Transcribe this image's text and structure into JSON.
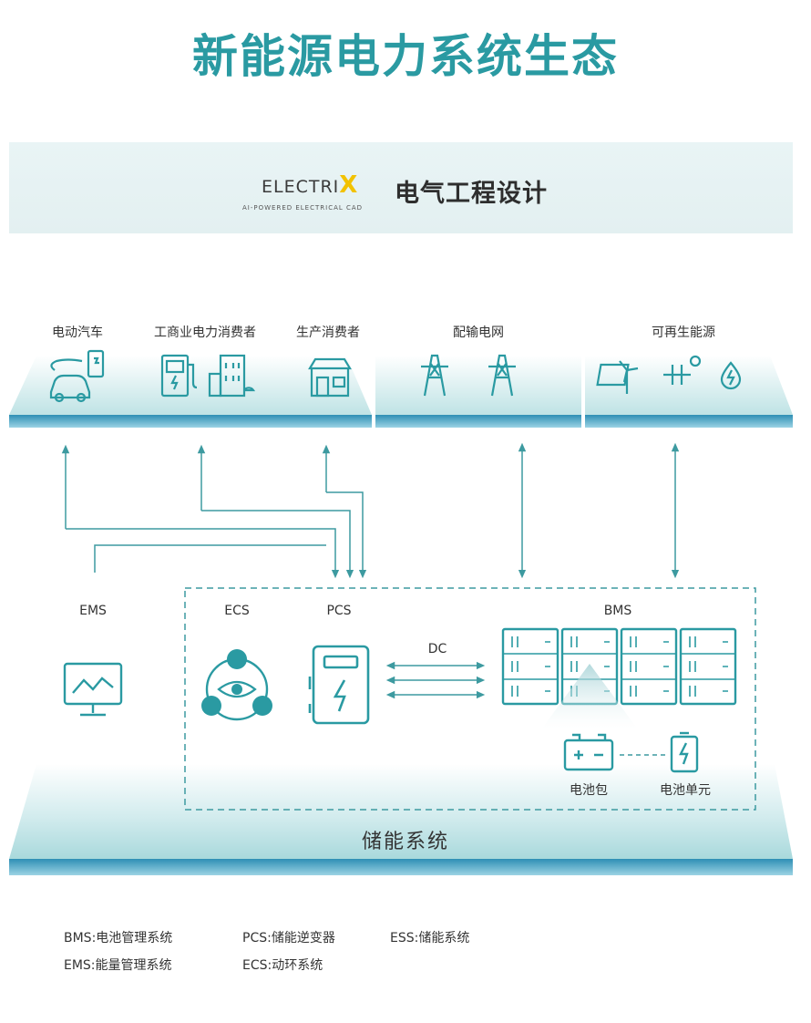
{
  "title": "新能源电力系统生态",
  "banner": {
    "logo_main": "ELECTRI",
    "logo_x": "X",
    "logo_sub": "AI-POWERED ELECTRICAL CAD",
    "text": "电气工程设计"
  },
  "categories": [
    {
      "label": "电动汽车",
      "icon": "ev-charging-icon"
    },
    {
      "label": "工商业电力消费者",
      "icon": "gas-station-building-icon"
    },
    {
      "label": "生产消费者",
      "icon": "store-icon"
    },
    {
      "label": "配输电网",
      "icon": "power-tower-icon"
    },
    {
      "label": "可再生能源",
      "icon": "renewable-icon"
    }
  ],
  "components": {
    "ems": "EMS",
    "ecs": "ECS",
    "pcs": "PCS",
    "bms": "BMS",
    "dc": "DC",
    "battery_pack": "电池包",
    "battery_cell": "电池单元"
  },
  "storage_title": "储能系统",
  "legend": [
    {
      "text": "BMS:电池管理系统"
    },
    {
      "text": "PCS:储能逆变器"
    },
    {
      "text": "ESS:储能系统"
    },
    {
      "text": "EMS:能量管理系统"
    },
    {
      "text": "ECS:动环系统"
    }
  ],
  "colors": {
    "teal": "#2a9aa2",
    "line": "#3d9aa0"
  }
}
